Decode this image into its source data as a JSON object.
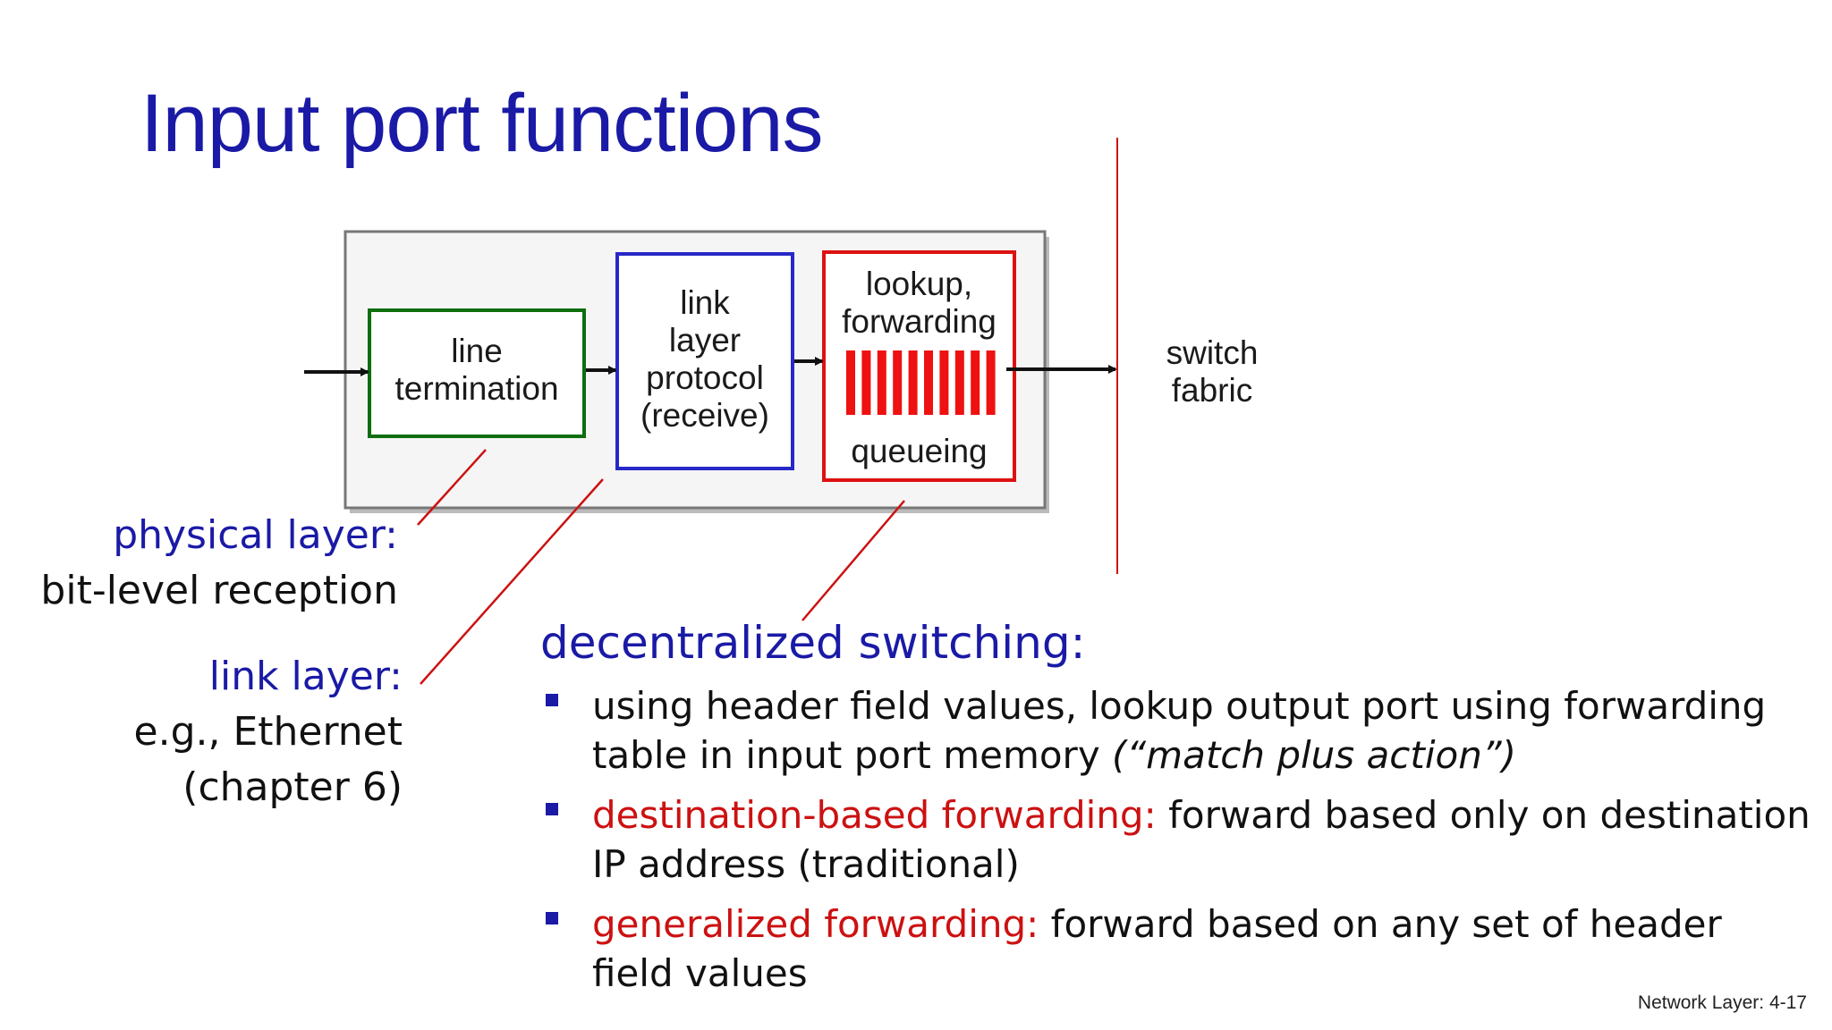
{
  "slide": {
    "title": "Input port functions",
    "footer": "Network Layer: 4-17"
  },
  "diagram": {
    "line_termination": [
      "line",
      "termination"
    ],
    "link_layer_protocol": [
      "link",
      "layer",
      "protocol",
      "(receive)"
    ],
    "lookup": [
      "lookup,",
      "forwarding"
    ],
    "queueing": "queueing",
    "switch_fabric": [
      "switch",
      "fabric"
    ],
    "colors": {
      "line_termination_border": "#0e6e0e",
      "link_layer_border": "#2828c8",
      "lookup_border": "#dd1111",
      "queue_fill": "#ee1111",
      "callout_line": "#cc1111",
      "outer_border": "#777777"
    },
    "queue_bar_count": 10
  },
  "labels": {
    "physical_layer": {
      "heading": "physical layer:",
      "text": "bit-level reception"
    },
    "link_layer": {
      "heading": "link layer:",
      "lines": [
        "e.g., Ethernet",
        "(chapter 6)"
      ]
    }
  },
  "decentralized": {
    "heading": "decentralized switching:",
    "bullets": [
      {
        "lead": "",
        "text": "using header field values, lookup output port using forwarding table in input port memory ",
        "italic": "(“match plus action”)"
      },
      {
        "lead": "destination-based forwarding:",
        "text": " forward based only on destination IP address (traditional)"
      },
      {
        "lead": "generalized forwarding:",
        "text": " forward based on any set of header field values"
      }
    ]
  }
}
